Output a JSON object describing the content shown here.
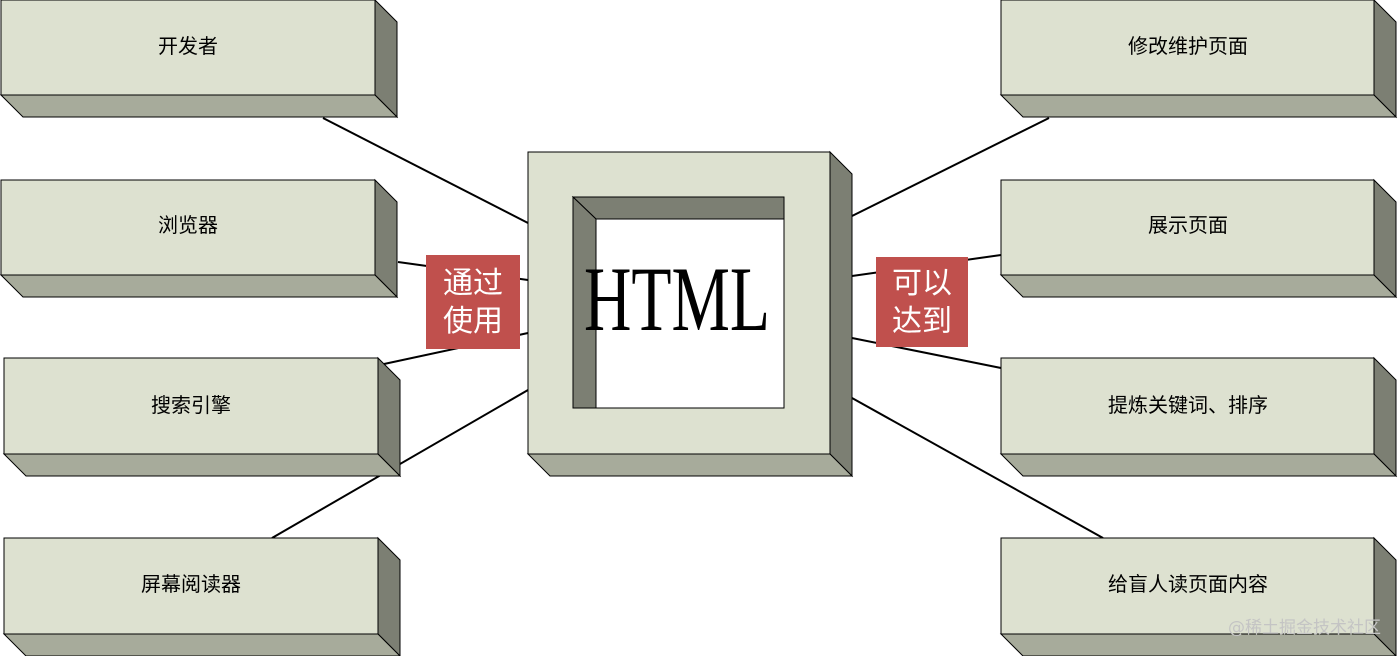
{
  "center": {
    "label": "HTML"
  },
  "left_tag": {
    "line1": "通过",
    "line2": "使用"
  },
  "right_tag": {
    "line1": "可以",
    "line2": "达到"
  },
  "left_boxes": [
    "开发者",
    "浏览器",
    "搜索引擎",
    "屏幕阅读器"
  ],
  "right_boxes": [
    "修改维护页面",
    "展示页面",
    "提炼关键词、排序",
    "给盲人读页面内容"
  ],
  "watermark": "@稀土掘金技术社区",
  "colors": {
    "box_face": "#dde1d0",
    "box_side": "#7c7f73",
    "box_bottom": "#a7ab9b",
    "tag_fill": "#c0504d",
    "line": "#000000"
  }
}
